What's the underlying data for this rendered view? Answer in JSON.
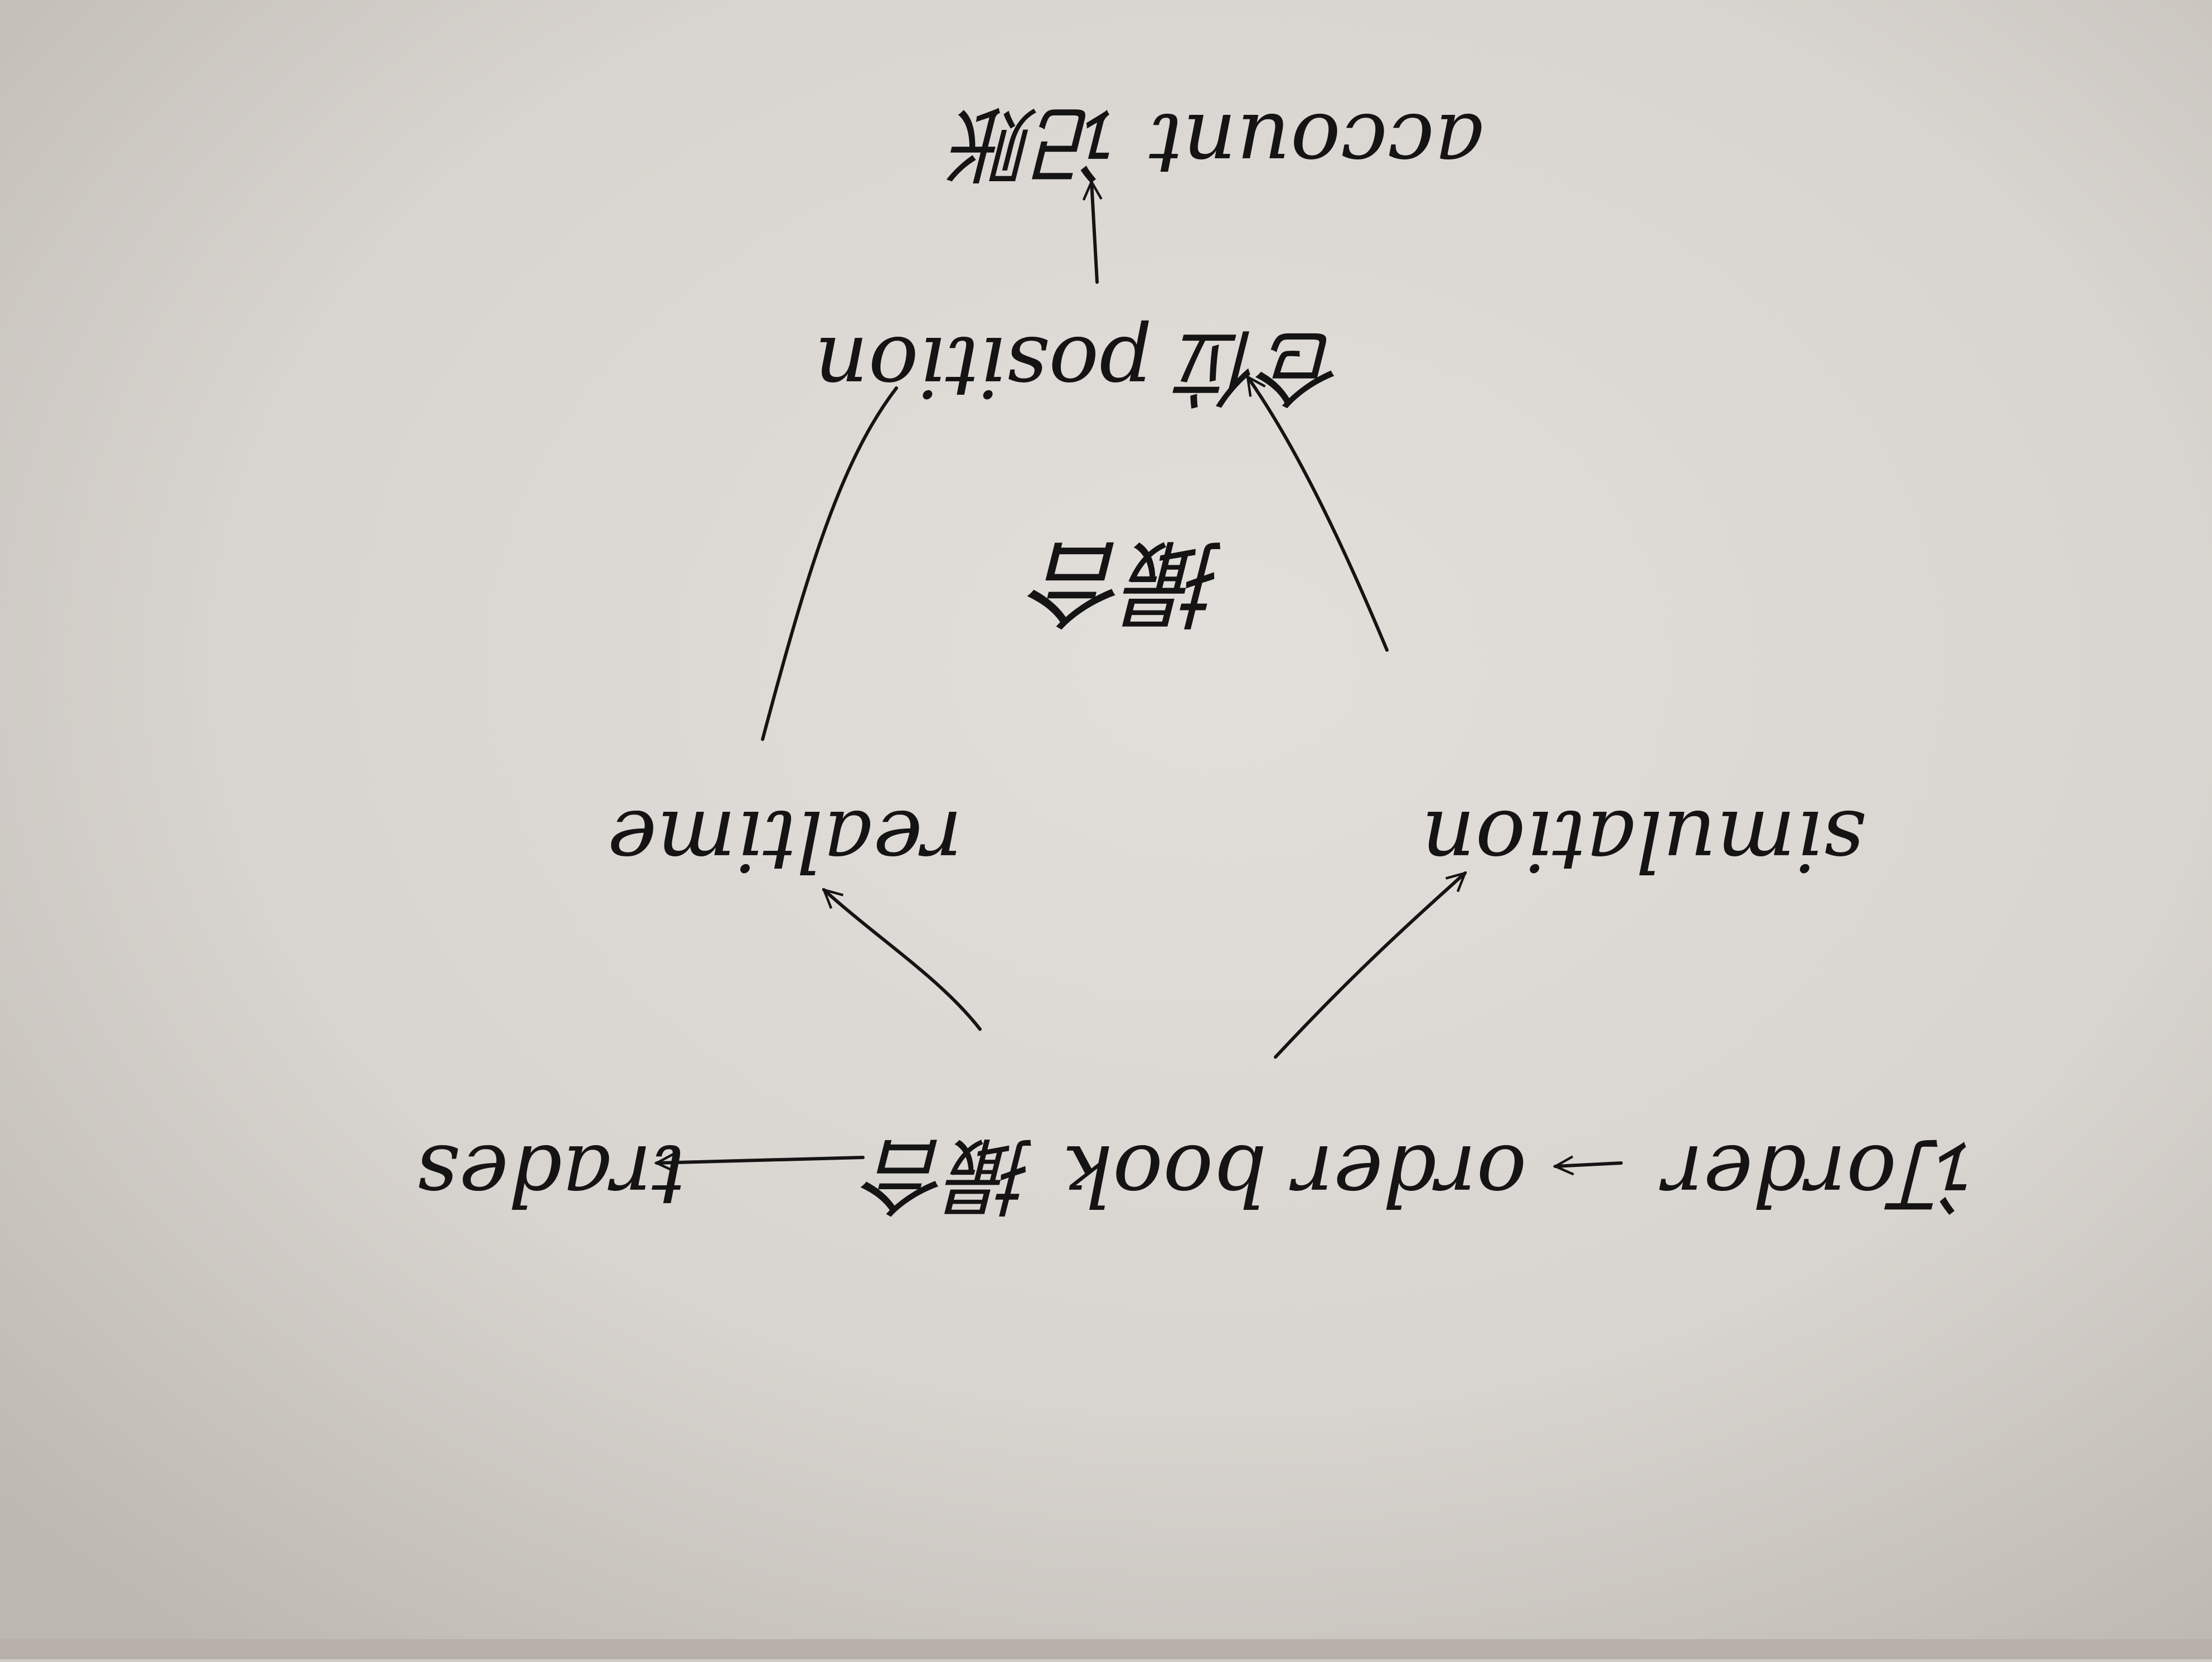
{
  "paper": {
    "background_color": "#cfcac4",
    "ink_color": "#141414",
    "orientation_note_visible": false
  },
  "nodes": {
    "account": {
      "label": "account 记账"
    },
    "position": {
      "label": "仓位 position"
    },
    "center": {
      "label": "撮合"
    },
    "realtime": {
      "label": "realtime"
    },
    "simulation": {
      "label": "simulation"
    },
    "order_input": {
      "label": "订order"
    },
    "order_book": {
      "label": "order book 撮合"
    },
    "trades": {
      "label": "trades"
    }
  }
}
